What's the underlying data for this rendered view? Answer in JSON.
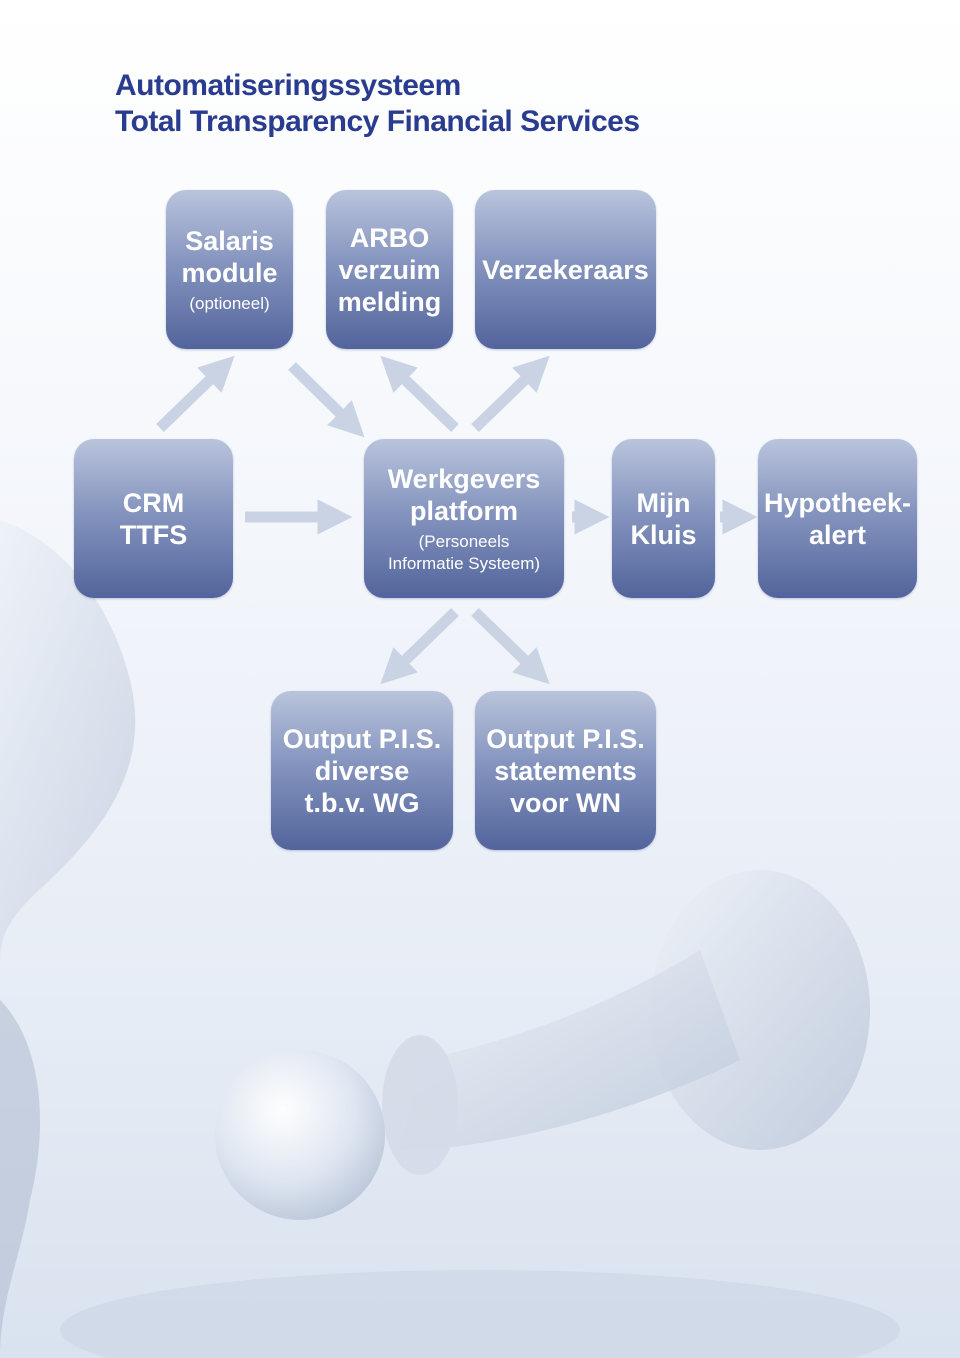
{
  "title": {
    "line1": "Automatiseringssysteem",
    "line2": "Total Transparency Financial Services"
  },
  "boxes": {
    "salaris": {
      "line1": "Salaris",
      "line2": "module",
      "sub": "(optioneel)"
    },
    "arbo": {
      "line1": "ARBO",
      "line2": "verzuim",
      "line3": "melding"
    },
    "verzekeraars": {
      "line1": "Verzekeraars"
    },
    "crm": {
      "line1": "CRM",
      "line2": "TTFS"
    },
    "werkgevers": {
      "line1": "Werkgevers",
      "line2": "platform",
      "sub1": "(Personeels",
      "sub2": "Informatie Systeem)"
    },
    "kluis": {
      "line1": "Mijn",
      "line2": "Kluis"
    },
    "hypotheek": {
      "line1": "Hypotheek-",
      "line2": "alert"
    },
    "output_wg": {
      "line1": "Output P.I.S.",
      "line2": "diverse",
      "line3": "t.b.v. WG"
    },
    "output_wn": {
      "line1": "Output P.I.S.",
      "line2": "statements",
      "line3": "voor WN"
    }
  },
  "colors": {
    "title": "#2a3c8f",
    "box_top": "#b9c4dc",
    "box_bottom": "#52649c",
    "arrow": "#c9d3e4"
  }
}
